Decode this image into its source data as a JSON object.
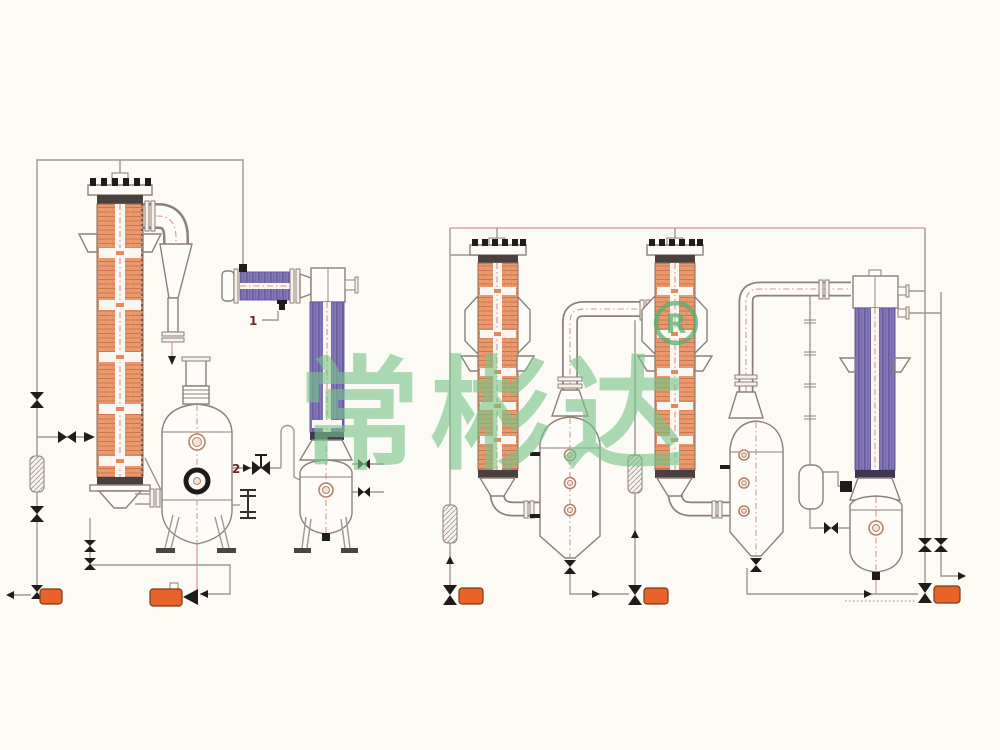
{
  "diagram": {
    "watermark": {
      "text": "常彬达",
      "registered_symbol": "R"
    },
    "callouts": {
      "item_1": "1",
      "item_2": "2"
    }
  },
  "colors": {
    "background": "#fcfaf5",
    "column_orange": "#eb9a6e",
    "column_orange_hatch": "#c4714b",
    "condenser_purple": "#8478b6",
    "condenser_purple_stripe": "#6a5ca0",
    "pump_orange": "#e8622a",
    "pipe_line": "#a3958f",
    "centerline_pink": "#d6958a",
    "equipment_outline": "#8d8078",
    "fitting_dark": "#201c1a",
    "watermark_green": "#77c488"
  }
}
